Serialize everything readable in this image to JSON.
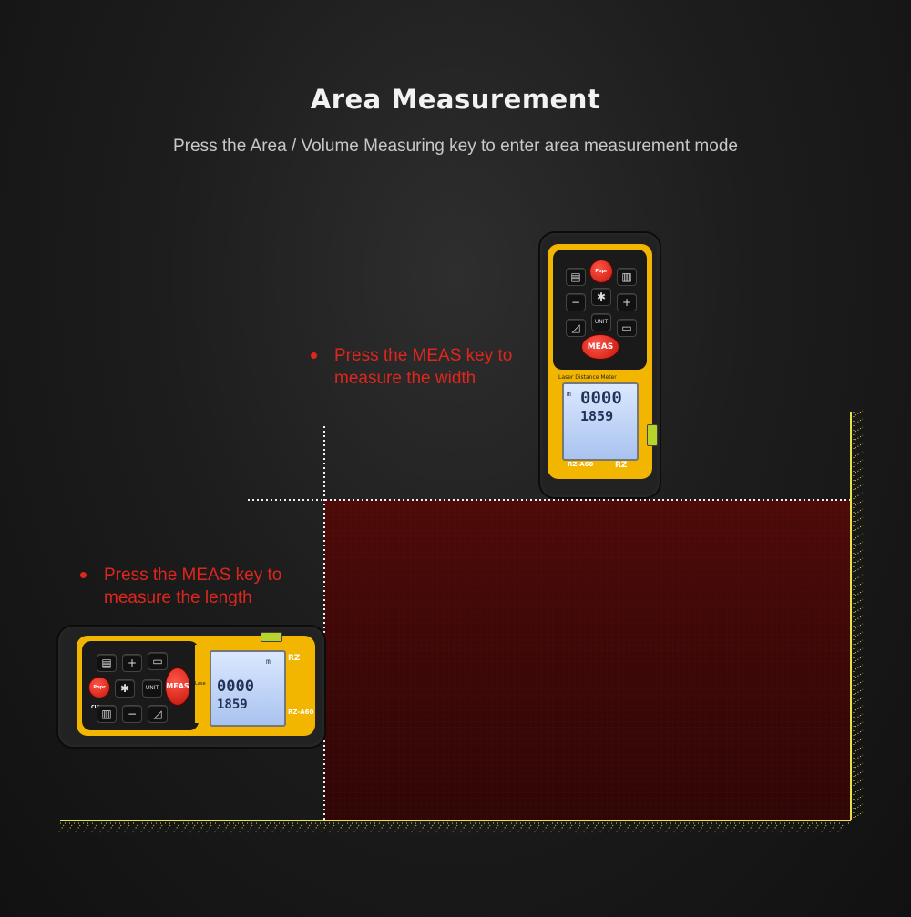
{
  "header": {
    "title": "Area Measurement",
    "subtitle": "Press the Area / Volume Measuring key to enter area measurement mode"
  },
  "callouts": {
    "width": {
      "line1": "Press the MEAS key to",
      "line2": "measure the width"
    },
    "length": {
      "line1": "Press the MEAS key to",
      "line2": "measure the length"
    }
  },
  "device": {
    "meas_label": "MEAS",
    "clear_label": "Popr CLEAR",
    "unit_label": "UNIT",
    "plus_label": "+",
    "minus_label": "−",
    "model": "RZ-A60",
    "brand": "RZ",
    "strip_text": "Laser Distance Meter",
    "lcd_line1": "0000",
    "lcd_line2": "1859",
    "lcd_unit": "m"
  },
  "colors": {
    "accent_red": "#e0261c",
    "laser_red": "#ff2a1a",
    "frame_yellow": "#f2b600",
    "dotted_guide": "#f2f2f2",
    "floor_wall_yellow": "#e6e24a"
  },
  "icons": [
    "bullet-dot-icon",
    "floor-hatch-icon",
    "wall-hatch-icon",
    "laser-beam-icon"
  ]
}
